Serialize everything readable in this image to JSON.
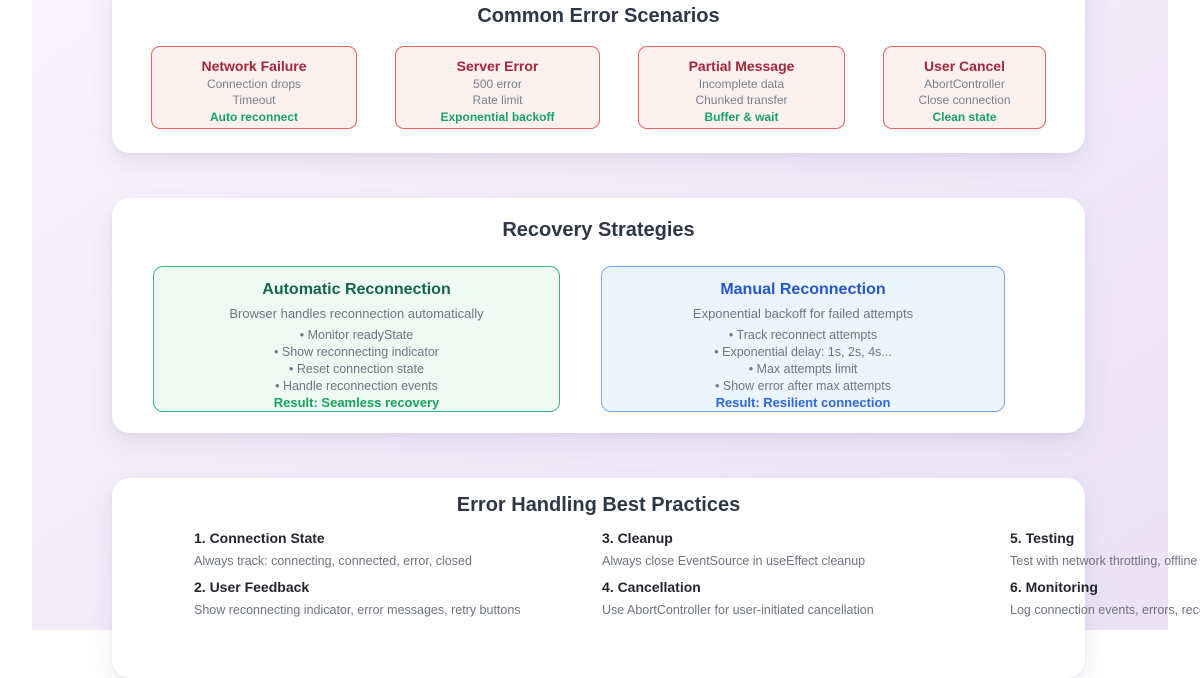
{
  "page": {
    "colors": {
      "panel_gradient_start": "#f8f4fc",
      "panel_gradient_end": "#ebe2f6",
      "card_bg": "#ffffff",
      "heading": "#2d3748",
      "body_gray": "#6e7783",
      "scenario_border": "#e8615c",
      "scenario_bg": "#fdf1f0",
      "scenario_title": "#a32638",
      "scenario_action_green": "#17a26a",
      "auto_border": "#38b683",
      "auto_bg": "#eefaf3",
      "auto_title": "#15654a",
      "auto_result": "#17a35e",
      "manual_border": "#74a9ee",
      "manual_bg": "#ecf4fe",
      "manual_title": "#2356d0",
      "manual_result": "#2e6adf"
    }
  },
  "scenarios": {
    "title": "Common Error Scenarios",
    "items": [
      {
        "title": "Network Failure",
        "line1": "Connection drops",
        "line2": "Timeout",
        "action": "Auto reconnect"
      },
      {
        "title": "Server Error",
        "line1": "500 error",
        "line2": "Rate limit",
        "action": "Exponential backoff"
      },
      {
        "title": "Partial Message",
        "line1": "Incomplete data",
        "line2": "Chunked transfer",
        "action": "Buffer & wait"
      },
      {
        "title": "User Cancel",
        "line1": "AbortController",
        "line2": "Close connection",
        "action": "Clean state"
      }
    ]
  },
  "recovery": {
    "title": "Recovery Strategies",
    "strategies": [
      {
        "title": "Automatic Reconnection",
        "subtitle": "Browser handles reconnection automatically",
        "bullets": [
          "• Monitor readyState",
          "• Show reconnecting indicator",
          "• Reset connection state",
          "• Handle reconnection events"
        ],
        "result": "Result: Seamless recovery"
      },
      {
        "title": "Manual Reconnection",
        "subtitle": "Exponential backoff for failed attempts",
        "bullets": [
          "• Track reconnect attempts",
          "• Exponential delay: 1s, 2s, 4s...",
          "• Max attempts limit",
          "• Show error after max attempts"
        ],
        "result": "Result: Resilient connection"
      }
    ]
  },
  "best_practices": {
    "title": "Error Handling Best Practices",
    "items": [
      {
        "heading": "1. Connection State",
        "desc": "Always track: connecting, connected, error, closed"
      },
      {
        "heading": "2. User Feedback",
        "desc": "Show reconnecting indicator, error messages, retry buttons"
      },
      {
        "heading": "3. Cleanup",
        "desc": "Always close EventSource in useEffect cleanup"
      },
      {
        "heading": "4. Cancellation",
        "desc": "Use AbortController for user-initiated cancellation"
      },
      {
        "heading": "5. Testing",
        "desc": "Test with network throttling, offline mo"
      },
      {
        "heading": "6. Monitoring",
        "desc": "Log connection events, errors, reconn"
      }
    ]
  }
}
